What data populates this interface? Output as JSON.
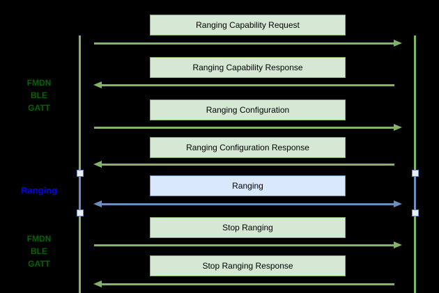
{
  "diagram_type": "sequence-diagram",
  "colors": {
    "background": "#000000",
    "green_stroke": "#82b366",
    "green_fill": "#d5e8d4",
    "blue_stroke": "#6c8ebf",
    "blue_fill": "#dae8fc",
    "side_label_green": "#006600",
    "side_label_blue": "#0000ff",
    "message_text": "#000000"
  },
  "side_labels": {
    "fmdn_top": {
      "lines": [
        "FMDN",
        "BLE",
        "GATT"
      ]
    },
    "ranging": {
      "text": "Ranging"
    },
    "fmdn_bottom": {
      "lines": [
        "FMDN",
        "BLE",
        "GATT"
      ]
    }
  },
  "messages": [
    {
      "label": "Ranging Capability Request",
      "direction": "right",
      "style": "green"
    },
    {
      "label": "Ranging Capability Response",
      "direction": "left",
      "style": "green"
    },
    {
      "label": "Ranging Configuration",
      "direction": "right",
      "style": "green"
    },
    {
      "label": "Ranging Configuration Response",
      "direction": "left",
      "style": "green"
    },
    {
      "label": "Ranging",
      "direction": "both",
      "style": "blue"
    },
    {
      "label": "Stop Ranging",
      "direction": "right",
      "style": "green"
    },
    {
      "label": "Stop Ranging Response",
      "direction": "left",
      "style": "green"
    }
  ]
}
